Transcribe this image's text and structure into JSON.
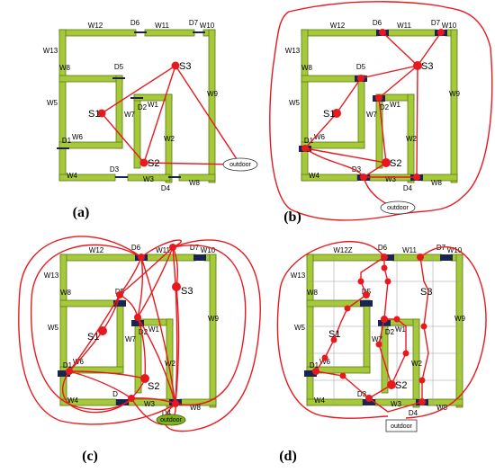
{
  "colors": {
    "wall_fill": "#a6c93a",
    "wall_stroke": "#5b7a12",
    "path": "#e8191e",
    "node": "#e8191e",
    "door": "#1a2450",
    "outdoor_fill_c": "#7fb21e",
    "grid_line": "#9a9a9a"
  },
  "panels": {
    "a": {
      "label": "(a)",
      "walls": {
        "w1": "W1",
        "w2": "W2",
        "w3": "W3",
        "w4": "W4",
        "w5": "W5",
        "w6": "W6",
        "w7": "W7",
        "w8": "W8",
        "w8b": "W8",
        "w9": "W9",
        "w10": "W10",
        "w11": "W11",
        "w12": "W12",
        "w13": "W13"
      },
      "doors": {
        "d1": "D1",
        "d2": "D2",
        "d3": "D3",
        "d4": "D4",
        "d5": "D5",
        "d6": "D6",
        "d7": "D7"
      },
      "nodes": {
        "s1": "S1",
        "s2": "S2",
        "s3": "S3"
      },
      "outdoor": "outdoor"
    },
    "b": {
      "label": "(b)",
      "walls": {
        "w1": "W1",
        "w2": "W2",
        "w3": "W3",
        "w4": "W4",
        "w5": "W5",
        "w6": "W6",
        "w7": "W7",
        "w8": "W8",
        "w8b": "W8",
        "w9": "W9",
        "w10": "W10",
        "w11": "W11",
        "w12": "W12",
        "w13": "W13"
      },
      "doors": {
        "d1": "D1",
        "d2": "D2",
        "d3": "D3",
        "d4": "D4",
        "d5": "D5",
        "d6": "D6",
        "d7": "D7"
      },
      "nodes": {
        "s1": "S1",
        "s2": "S2",
        "s3": "S3"
      },
      "outdoor": "outdoor"
    },
    "c": {
      "label": "(c)",
      "walls": {
        "w1": "W1",
        "w2": "W2",
        "w3": "W3",
        "w4": "W4",
        "w5": "W5",
        "w6": "W6",
        "w7": "W7",
        "w8": "W8",
        "w8b": "W8",
        "w9": "W9",
        "w10": "W10",
        "w11": "W11",
        "w12": "W12",
        "w13": "W13"
      },
      "doors": {
        "d1": "D1",
        "d2": "D2",
        "d3": "D",
        "d4": "D4",
        "d5": "D5",
        "d6": "D6",
        "d7": "D7"
      },
      "nodes": {
        "s1": "S1",
        "s2": "S2",
        "s3": "S3"
      },
      "outdoor": "outdoor"
    },
    "d": {
      "label": "(d)",
      "walls": {
        "w1": "W1",
        "w2": "W2",
        "w3": "W3",
        "w4": "W4",
        "w5": "W5",
        "w6": "W6",
        "w7": "W7",
        "w8": "W8",
        "w8b": "W8",
        "w9": "W9",
        "w10": "W10",
        "w11": "W11",
        "w12": "W12Z",
        "w13": "W13"
      },
      "doors": {
        "d1": "D1",
        "d2": "D2",
        "d3": "D3",
        "d4": "D4",
        "d5": "D5",
        "d6": "D6",
        "d7": "D7"
      },
      "nodes": {
        "s1": "S1",
        "s2": "S2",
        "s3": "S3"
      },
      "outdoor": "outdoor"
    }
  }
}
